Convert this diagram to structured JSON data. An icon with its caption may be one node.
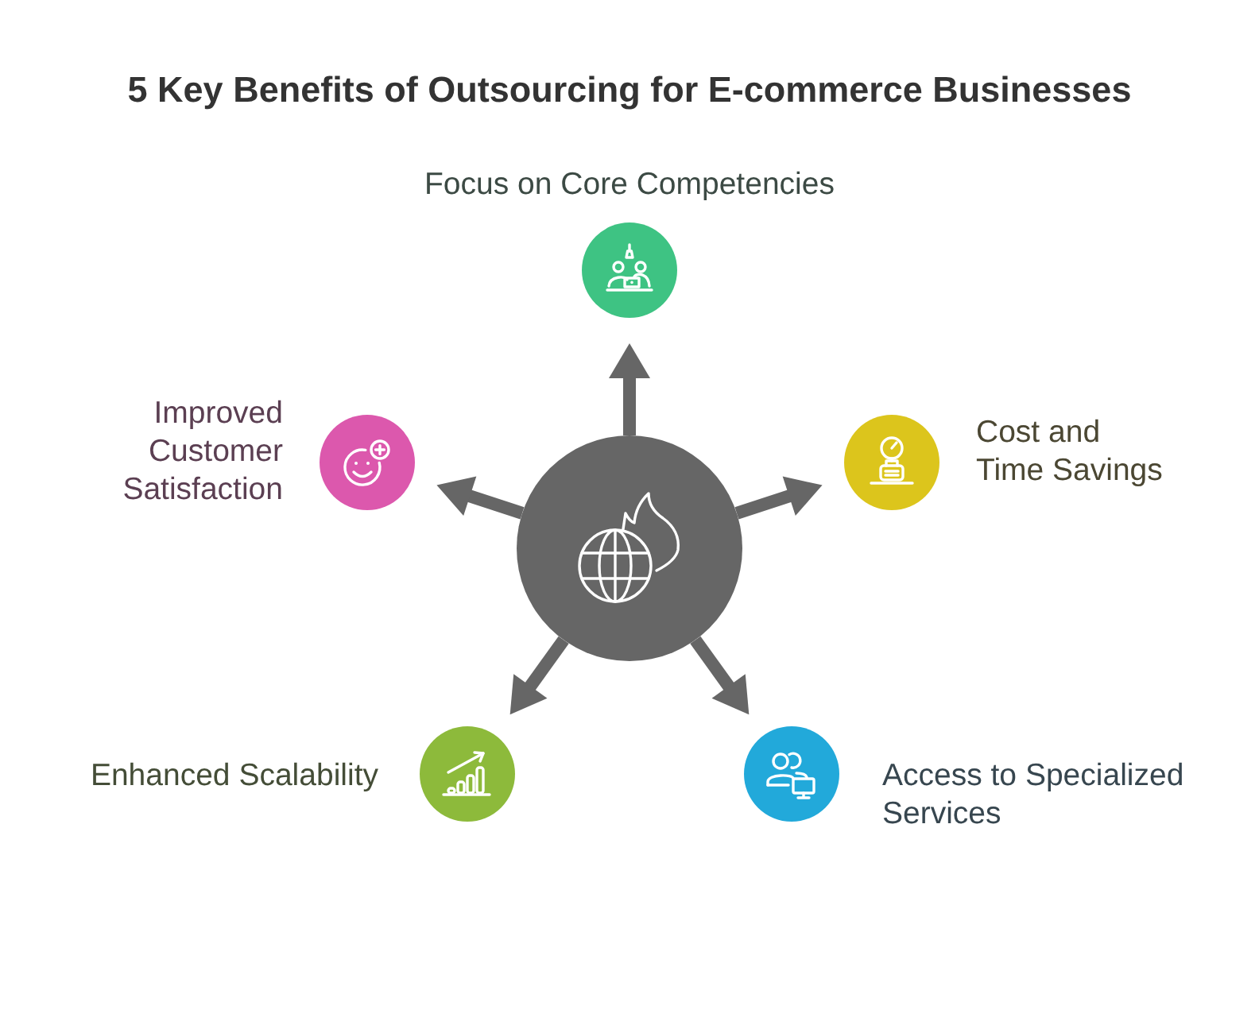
{
  "diagram": {
    "title": "5 Key Benefits of Outsourcing for E-commerce Businesses",
    "nodes": [
      {
        "text": [
          "Focus on Core Competencies"
        ]
      },
      {
        "text": [
          "Improved Customer Satisfaction"
        ]
      },
      {
        "text": [
          "Cost and Time Savings"
        ]
      },
      {
        "text": [],
        "shape": "circle"
      },
      {
        "text": [
          "Enhanced Scalability"
        ]
      },
      {
        "text": [
          "Access to Specialized Services"
        ]
      }
    ],
    "edges": [
      {
        "from": 3,
        "to": 0,
        "arrow": "to"
      },
      {
        "from": 3,
        "to": 2,
        "arrow": "to"
      },
      {
        "from": 3,
        "to": 5,
        "arrow": "to"
      },
      {
        "from": 3,
        "to": 4,
        "arrow": "to"
      },
      {
        "from": 3,
        "to": 1,
        "arrow": "to"
      }
    ]
  }
}
